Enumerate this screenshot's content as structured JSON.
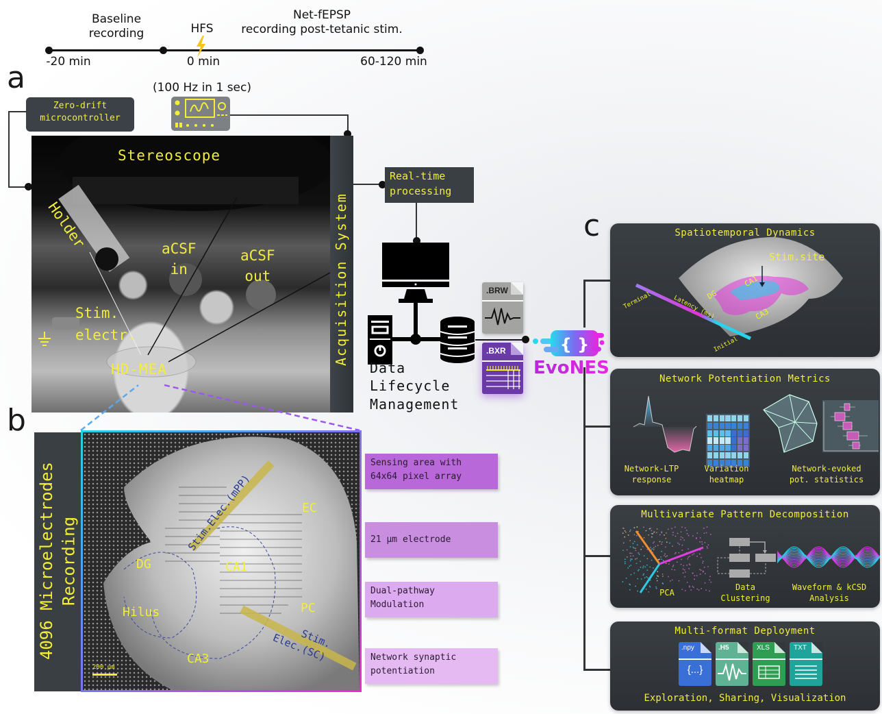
{
  "timeline": {
    "phases": [
      {
        "label": "Baseline\nrecording"
      },
      {
        "label": "HFS"
      },
      {
        "label": "Net-fEPSP\nrecording post-tetanic stim."
      }
    ],
    "ticks": [
      "-20 min",
      "0 min",
      "60-120 min"
    ],
    "stim_note": "(100 Hz in 1 sec)"
  },
  "panels": {
    "a": "a",
    "b": "b",
    "c": "c"
  },
  "setup": {
    "microcontroller": "Zero-drift\nmicrocontroller",
    "stereoscope": "Stereoscope",
    "holder": "Holder",
    "acsf_in": "aCSF\nin",
    "acsf_out": "aCSF\nout",
    "stim_electrode": "Stim.\nelectr.",
    "hdmea": "HD-MEA",
    "acquisition": "Acquisition System",
    "realtime": "Real-time\nprocessing",
    "dlm": "Data\nLifecycle\nManagement",
    "file_brw": ".BRW",
    "file_bxr": ".BXR",
    "logo": "EvoNES"
  },
  "recording": {
    "side_label": "4096 Microelectrodes\nRecording",
    "regions": [
      "EC",
      "DG",
      "CA1",
      "PC",
      "Hilus",
      "CA3"
    ],
    "stim_mpp": "Stim.Elec.(mPP)",
    "stim_sc": "Stim.\nElec.(SC)",
    "scale": "200 µm",
    "notes": [
      {
        "text": "Sensing area with\n64x64 pixel array",
        "color": "#b35fd6"
      },
      {
        "text": "21 µm electrode",
        "color": "#c689de"
      },
      {
        "text": "Dual-pathway\n Modulation",
        "color": "#daa6ec"
      },
      {
        "text": "Network synaptic\npotentiation",
        "color": "#e3b6f1"
      }
    ]
  },
  "cards": [
    {
      "title": "Spatiotemporal Dynamics",
      "labels": {
        "stim_site": "Stim.site",
        "terminal": "Terminal",
        "latency": "Latency (ms)",
        "initial": "Initial",
        "dg": "DG",
        "ca1": "CA1",
        "ca3": "CA3"
      }
    },
    {
      "title": "Network Potentiation Metrics",
      "captions": [
        "Network-LTP\nresponse",
        "Variation\nheatmap",
        "Network-evoked\npot. statistics"
      ]
    },
    {
      "title": "Multivariate Pattern Decomposition",
      "captions": [
        "PCA",
        "Data\nClustering",
        "Waveform & kCSD\nAnalysis"
      ]
    },
    {
      "title": "Multi-format Deployment",
      "files": [
        {
          "ext": ".npy",
          "glyph": "{...}",
          "color": "#3b6fd8"
        },
        {
          "ext": ".H5",
          "glyph": "wave",
          "color": "#5fb394"
        },
        {
          "ext": "XLS",
          "glyph": "grid",
          "color": "#2f9e52"
        },
        {
          "ext": "TXT",
          "glyph": "lines",
          "color": "#1fa39a"
        }
      ],
      "caption": "Exploration, Sharing, Visualization"
    }
  ],
  "colors": {
    "label_yellow": "#f2ee3a",
    "dark_panel": "#3b4146",
    "cyan": "#29d3e6",
    "magenta": "#e533e0"
  }
}
